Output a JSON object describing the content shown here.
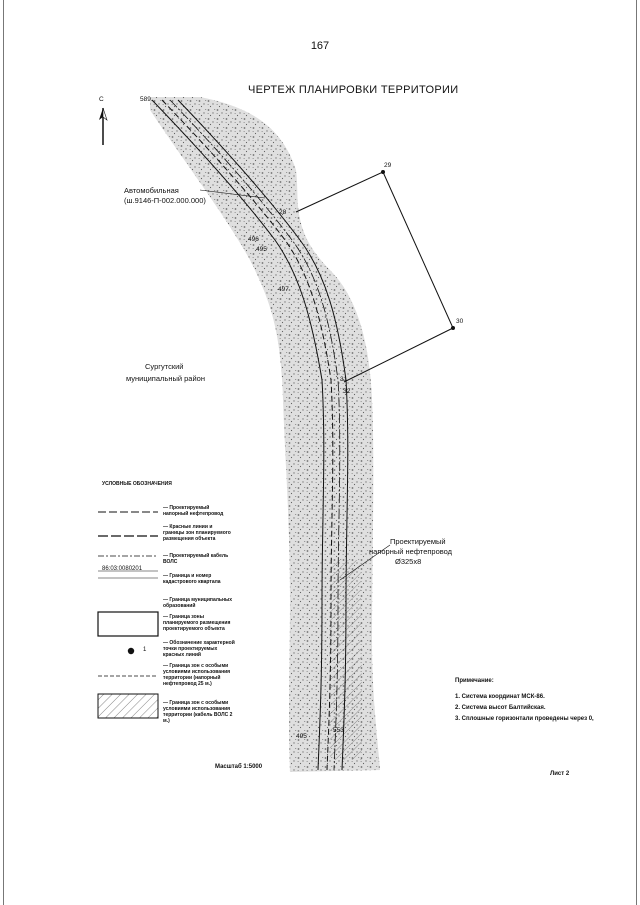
{
  "page_number": "167",
  "title": "ЧЕРТЕЖ ПЛАНИРОВКИ ТЕРРИТОРИИ",
  "north_label": "С",
  "map": {
    "road_label_1": "Автомобильная",
    "road_label_2": "(ш.9146-П-002.000.000)",
    "district_label_1": "Сургутский",
    "district_label_2": "муниципальный район",
    "pipeline_label_1": "Проектируемый",
    "pipeline_label_2": "напорный нефтепровод",
    "pipeline_label_3": "Ø325x8",
    "points": [
      "29",
      "30",
      "31",
      "32",
      "28"
    ],
    "stations": [
      "589",
      "496",
      "495",
      "497",
      "495",
      "553"
    ]
  },
  "legend": {
    "title": "УСЛОВНЫЕ ОБОЗНАЧЕНИЯ",
    "items": [
      "— Проектируемый напорный нефтепровод",
      "— Красные линии и границы зон планируемого размещения объекта",
      "— Проектируемый кабель ВОЛС",
      "— Граница и номер кадастрового квартала",
      "— Граница муниципальных образований",
      "— Граница зоны планируемого размещения проектируемого объекта",
      "— Обозначение характерной точки проектируемых красных линий",
      "— Граница зон с особыми условиями использования территории (напорный нефтепровод 25 м.)",
      "— Граница зон с особыми условиями использования территории (кабель ВОЛС 2 м.)"
    ],
    "cadastral_number": "86:03:0080201",
    "point_example": "1"
  },
  "notes": {
    "title": "Примечание:",
    "items": [
      "1. Система координат МСК-86.",
      "2. Система высот Балтийская.",
      "3. Сплошные горизонтали проведены через 0,"
    ]
  },
  "scale": "Масштаб 1:5000",
  "sheet": "Лист 2"
}
